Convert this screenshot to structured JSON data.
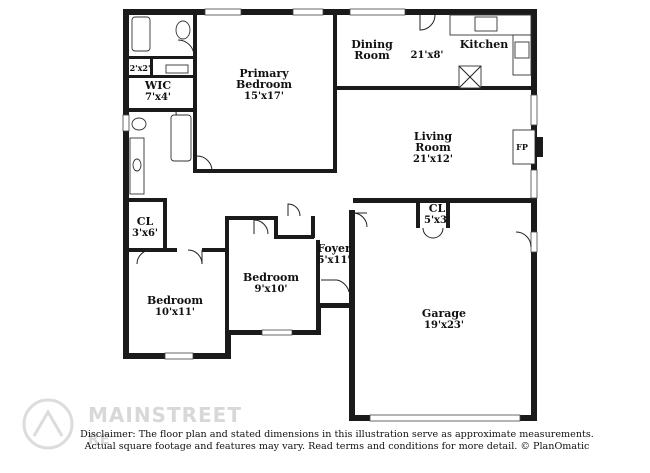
{
  "rooms": {
    "kitchen": {
      "name": "Kitchen"
    },
    "dining": {
      "name": "Dining Room",
      "line1": "Dining",
      "line2": "Room"
    },
    "dining_kitchen_dim": "21'x8'",
    "primary": {
      "line1": "Primary",
      "line2": "Bedroom",
      "dim": "15'x17'"
    },
    "wic": {
      "name": "WIC",
      "dim": "7'x4'"
    },
    "closet_small": {
      "dim": "2'x2'"
    },
    "living": {
      "line1": "Living",
      "line2": "Room",
      "dim": "21'x12'"
    },
    "fireplace": {
      "name": "FP"
    },
    "closet_left": {
      "name": "CL",
      "dim": "3'x6'"
    },
    "closet_right": {
      "name": "CL",
      "dim": "5'x3'"
    },
    "bedroom_left": {
      "name": "Bedroom",
      "dim": "10'x11'"
    },
    "bedroom_mid": {
      "name": "Bedroom",
      "dim": "9'x10'"
    },
    "foyer": {
      "name": "Foyer",
      "dim": "5'x11'"
    },
    "garage": {
      "name": "Garage",
      "dim": "19'x23'"
    }
  },
  "watermark": {
    "text": "MAINSTREET",
    "sub": "RE"
  },
  "disclaimer": {
    "line1": "Disclaimer: The floor plan and stated dimensions in this illustration serve as approximate measurements.",
    "line2": "Actual square footage and features may vary. Read terms and conditions for more detail. © PlanOmatic"
  }
}
